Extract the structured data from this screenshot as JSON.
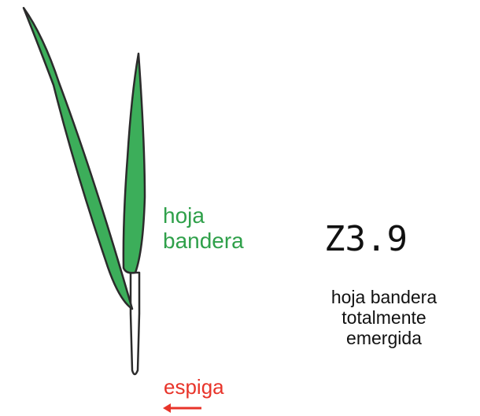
{
  "labels": {
    "flag_leaf": [
      "hoja",
      "bandera"
    ],
    "spike": "espiga"
  },
  "stage": {
    "code": "Z3.9",
    "description": [
      "hoja bandera",
      "totalmente",
      "emergida"
    ]
  },
  "colors": {
    "leaf_fill": "#3cae5a",
    "leaf_outline": "#2b2b2b",
    "flag_leaf_label": "#2fa04a",
    "spike_label": "#e8342a",
    "text": "#111111"
  },
  "icons": {
    "spike_arrow": "left-arrow-icon"
  }
}
